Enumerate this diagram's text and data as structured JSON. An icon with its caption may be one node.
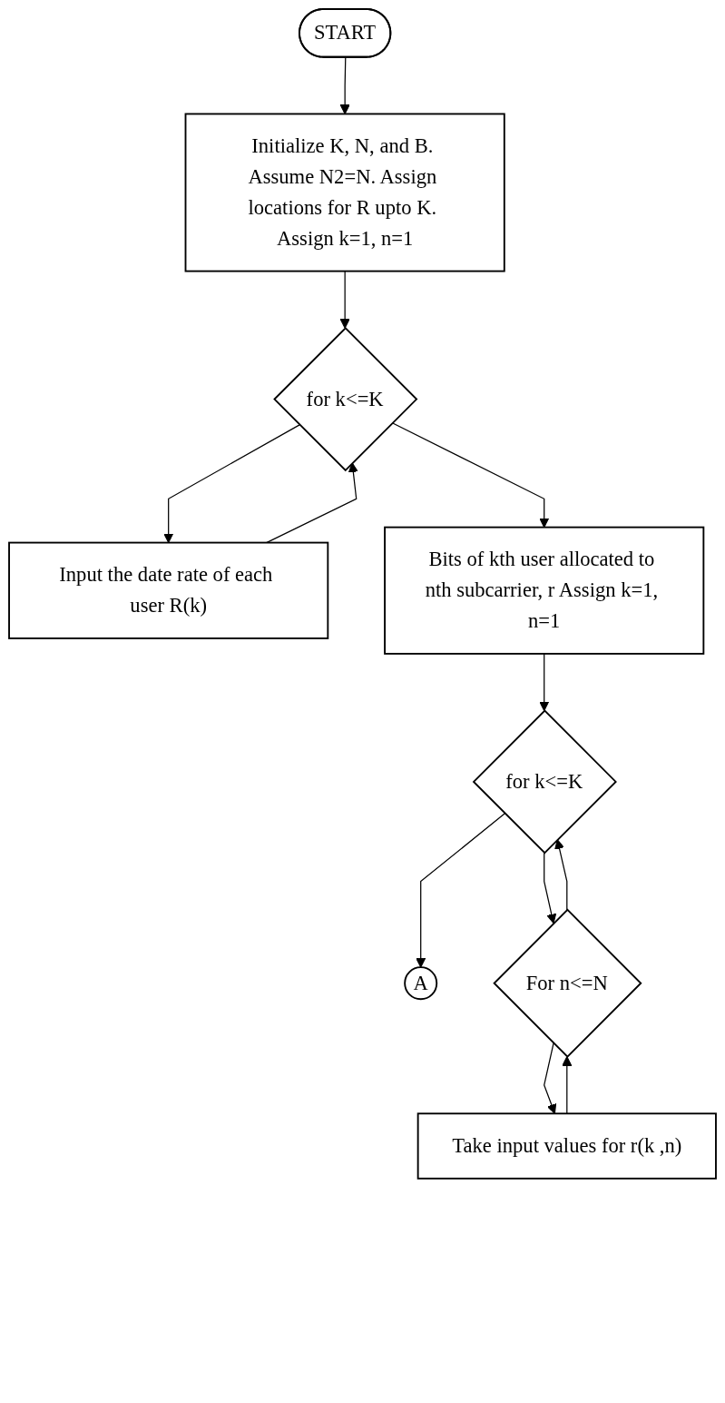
{
  "diagram": {
    "nodes": [
      {
        "text": [
          "START"
        ]
      },
      {
        "text": [
          "Initialize K, N, and B. Assume N2=N. Assign locations for R upto K. Assign k=1, n=1"
        ]
      },
      {
        "text": [
          "for k<=K"
        ]
      },
      {
        "text": [
          "Input the date rate of each user R(k)"
        ]
      },
      {
        "text": [
          "Bits of kth user allocated to nth subcarrier, r Assign k=1, n=1"
        ]
      },
      {
        "text": [
          "for k<=K"
        ]
      },
      {
        "text": [
          "A"
        ]
      },
      {
        "text": [
          "For n<=N"
        ]
      },
      {
        "text": [
          "Take input values for r(k ,n)"
        ]
      }
    ],
    "edges": [
      {
        "from": 0,
        "to": 1,
        "arrow": "to"
      },
      {
        "from": 1,
        "to": 2,
        "arrow": "to"
      },
      {
        "from": 2,
        "to": 3,
        "arrow": "to"
      },
      {
        "from": 3,
        "to": 2,
        "arrow": "to"
      },
      {
        "from": 2,
        "to": 4,
        "arrow": "to"
      },
      {
        "from": 4,
        "to": 5,
        "arrow": "to"
      },
      {
        "from": 5,
        "to": 6,
        "arrow": "to"
      },
      {
        "from": 5,
        "to": 7,
        "arrow": "to"
      },
      {
        "from": 8,
        "to": 7,
        "arrow": "to"
      },
      {
        "from": 7,
        "to": 8,
        "arrow": "to"
      },
      {
        "from": 7,
        "to": 5,
        "arrow": "to"
      }
    ]
  }
}
